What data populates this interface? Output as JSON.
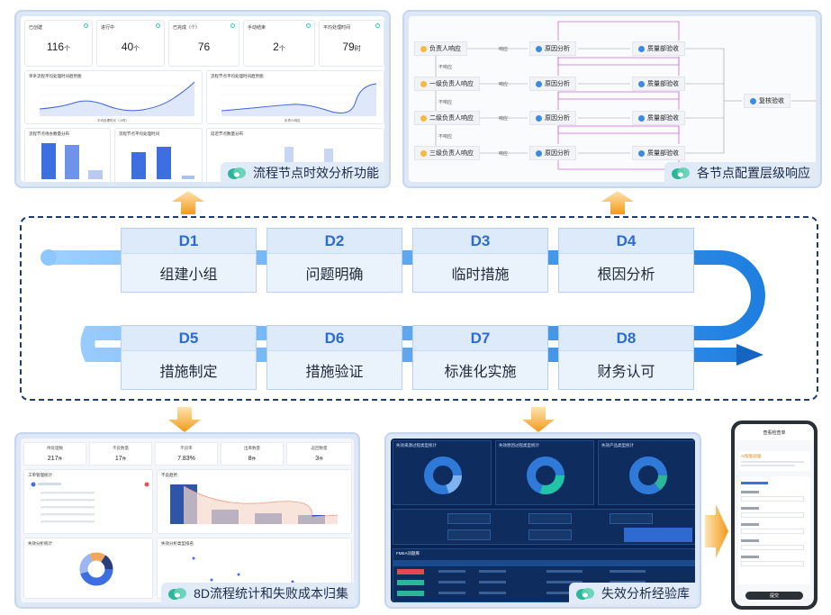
{
  "panels": {
    "top_left": {
      "caption": "流程节点时效分析功能",
      "kpis": [
        {
          "label": "已创建",
          "value": "116",
          "unit": "个"
        },
        {
          "label": "进行中",
          "value": "40",
          "unit": "个"
        },
        {
          "label": "已完成（个）",
          "value": "76",
          "unit": ""
        },
        {
          "label": "手动结束",
          "value": "2",
          "unit": "个"
        },
        {
          "label": "平均处理时间",
          "value": "79",
          "unit": "时"
        }
      ],
      "line_charts": [
        {
          "title": "单条流程平均处理时间趋势图",
          "legend": "平均处理时长（小时）"
        },
        {
          "title": "流程节点平均处理时间趋势图",
          "legend": "负责人响应"
        }
      ],
      "bar_charts": [
        {
          "title": "流程节点待办数量分布"
        },
        {
          "title": "流程节点平均处理时间"
        },
        {
          "title": "延迟节点数量分布"
        }
      ]
    },
    "top_right": {
      "caption": "各节点配置层级响应",
      "rows": [
        {
          "responder": "负责人响应",
          "edge": "响应",
          "cause": "原因分析",
          "check": "质量部验收"
        },
        {
          "responder": "一级负责人响应",
          "edge": "响应",
          "cause": "原因分析",
          "check": "质量部验收"
        },
        {
          "responder": "二级负责人响应",
          "edge": "响应",
          "cause": "原因分析",
          "check": "质量部验收"
        },
        {
          "responder": "三级负责人响应",
          "edge": "响应",
          "cause": "原因分析",
          "check": "质量部验收"
        }
      ],
      "no_response": "不响应",
      "final": "复核验收"
    },
    "bottom_left": {
      "caption": "8D流程统计和失败成本归集",
      "kpis": [
        {
          "label": "待处理数",
          "value": "217",
          "unit": "件"
        },
        {
          "label": "不良数量",
          "value": "17",
          "unit": "件"
        },
        {
          "label": "不良率",
          "value": "7.83%",
          "unit": ""
        },
        {
          "label": "出库数量",
          "value": "8",
          "unit": "件"
        },
        {
          "label": "返回数量",
          "value": "3",
          "unit": "件"
        }
      ],
      "card_titles": [
        "工单管理统计",
        "不良趋势",
        "失效分析统计",
        "失效分析类型排名"
      ]
    },
    "bottom_mid": {
      "caption": "失效分析经验库",
      "donut_titles": [
        "失效来源过程类型统计",
        "失效原因过程类型统计",
        "失效产品类型统计"
      ],
      "table_title": "FMEA问题库"
    },
    "phone": {
      "title": "查看检查单",
      "assistant": "AI智能助理",
      "button": "提交"
    }
  },
  "steps": [
    {
      "code": "D1",
      "label": "组建小组"
    },
    {
      "code": "D2",
      "label": "问题明确"
    },
    {
      "code": "D3",
      "label": "临时措施"
    },
    {
      "code": "D4",
      "label": "根因分析"
    },
    {
      "code": "D5",
      "label": "措施制定"
    },
    {
      "code": "D6",
      "label": "措施验证"
    },
    {
      "code": "D7",
      "label": "标准化实施"
    },
    {
      "code": "D8",
      "label": "财务认可"
    }
  ],
  "colors": {
    "accent": "#2a6bd8",
    "arrow_orange": "#f5a623",
    "band_blue": "#1e88e5",
    "dark_panel": "#0b2350",
    "flow_purple": "#c86be0"
  }
}
